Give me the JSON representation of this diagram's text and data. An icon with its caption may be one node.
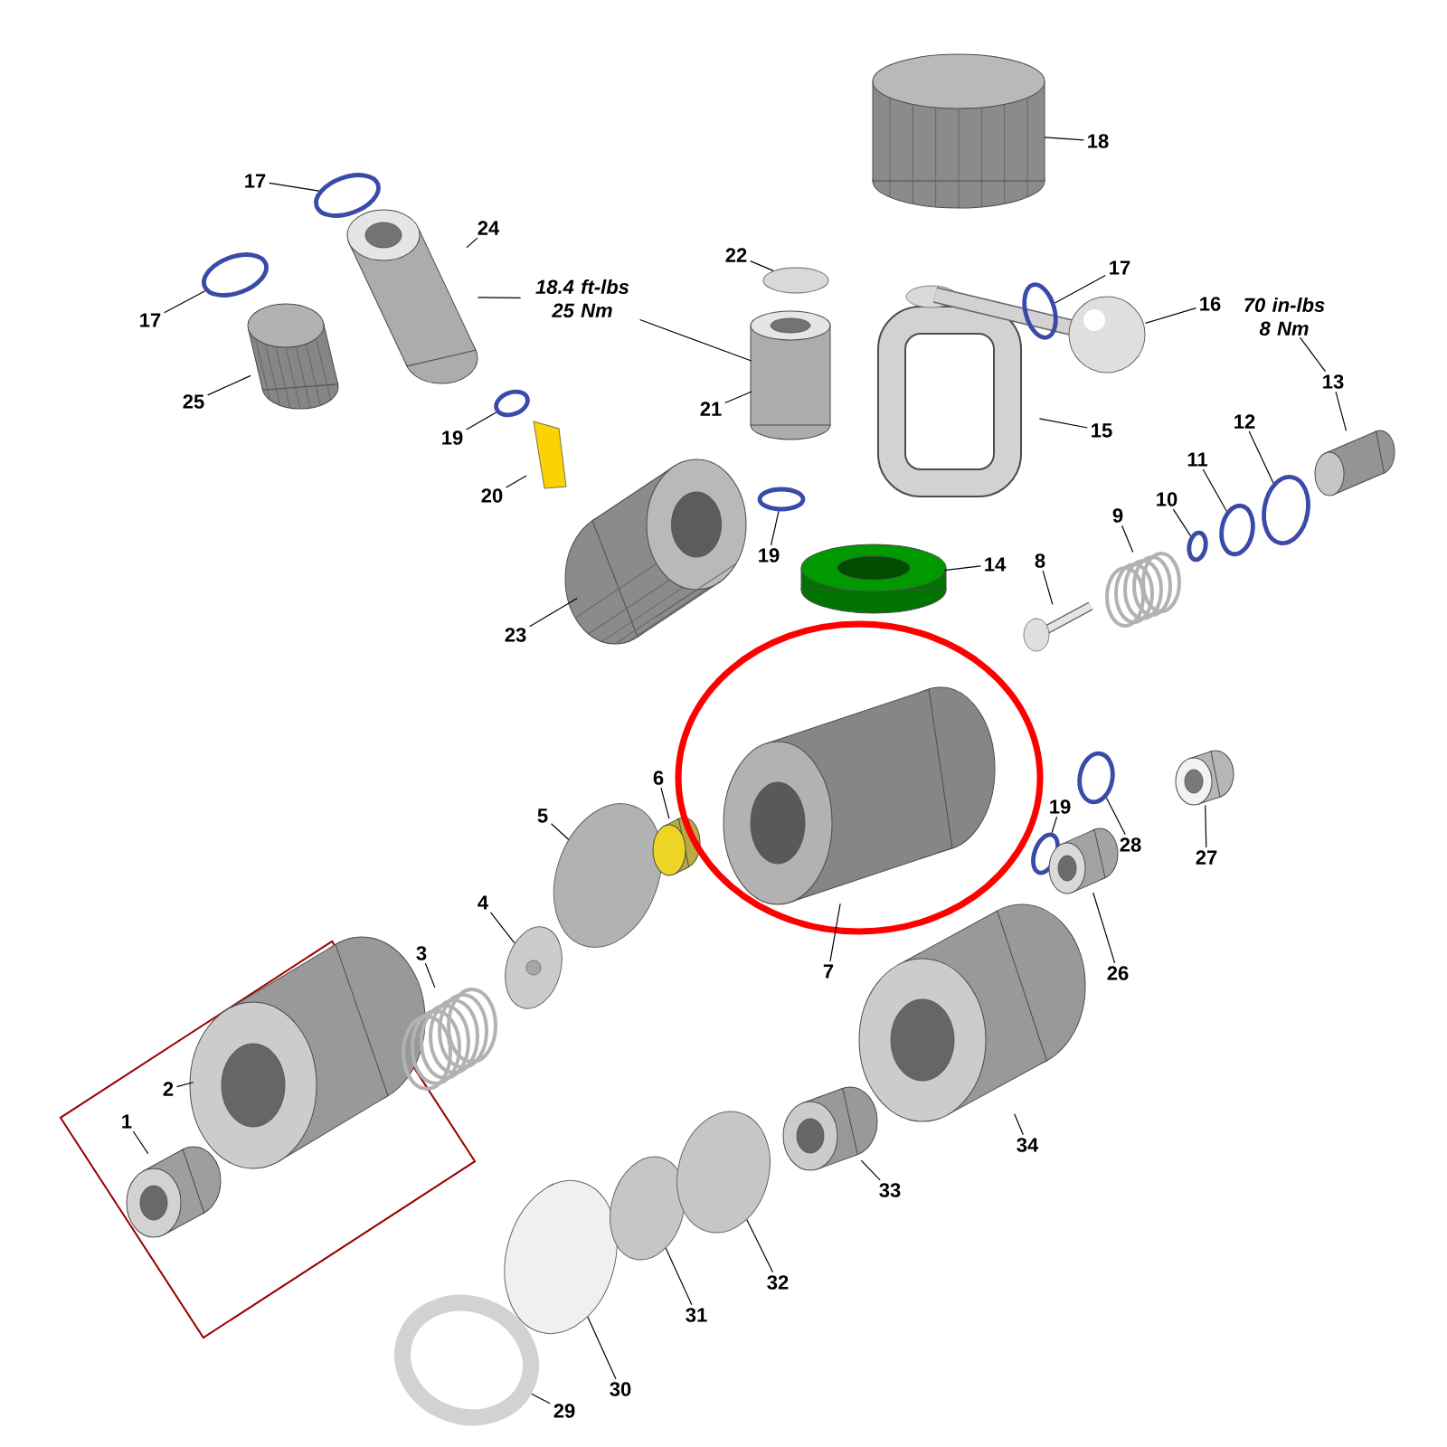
{
  "diagram": {
    "nodes": [
      {
        "text": [],
        "shape": "box"
      },
      {
        "text": [
          "1"
        ],
        "in": 0
      },
      {
        "text": [],
        "shape": "cylinder",
        "in": 0
      },
      {
        "text": [
          "2"
        ],
        "in": 0
      },
      {
        "text": [],
        "shape": "cylinder",
        "in": 0
      },
      {
        "text": [
          "3"
        ]
      },
      {
        "text": [],
        "shape": "spring"
      },
      {
        "text": [
          "4"
        ]
      },
      {
        "text": [],
        "shape": "disc"
      },
      {
        "text": [
          "5"
        ]
      },
      {
        "text": [],
        "shape": "disc"
      },
      {
        "text": [
          "6"
        ]
      },
      {
        "text": [],
        "shape": "cylinder"
      },
      {
        "text": [],
        "shape": "circle"
      },
      {
        "text": [],
        "shape": "cylinder",
        "in": 13
      },
      {
        "text": [
          "7"
        ]
      },
      {
        "text": [
          "8"
        ]
      },
      {
        "text": [],
        "shape": "pin"
      },
      {
        "text": [
          "9"
        ]
      },
      {
        "text": [],
        "shape": "spring"
      },
      {
        "text": [
          "10"
        ]
      },
      {
        "text": [],
        "shape": "ring"
      },
      {
        "text": [
          "11"
        ]
      },
      {
        "text": [],
        "shape": "ring"
      },
      {
        "text": [
          "12"
        ]
      },
      {
        "text": [],
        "shape": "ring"
      },
      {
        "text": [
          "70 in-lbs 8 Nm"
        ]
      },
      {
        "text": [
          "13"
        ]
      },
      {
        "text": [],
        "shape": "cylinder"
      },
      {
        "text": [
          "14"
        ]
      },
      {
        "text": [],
        "shape": "cylinder"
      },
      {
        "text": [
          "15"
        ]
      },
      {
        "text": [],
        "shape": "yoke"
      },
      {
        "text": [
          "16"
        ]
      },
      {
        "text": [],
        "shape": "ball"
      },
      {
        "text": [
          "17"
        ]
      },
      {
        "text": [],
        "shape": "ring"
      },
      {
        "text": [
          "18"
        ]
      },
      {
        "text": [],
        "shape": "knob"
      },
      {
        "text": [
          "17"
        ]
      },
      {
        "text": [],
        "shape": "ring"
      },
      {
        "text": [
          "17"
        ]
      },
      {
        "text": [],
        "shape": "ring"
      },
      {
        "text": [
          "19"
        ]
      },
      {
        "text": [],
        "shape": "ring"
      },
      {
        "text": [
          "19"
        ]
      },
      {
        "text": [],
        "shape": "ring"
      },
      {
        "text": [
          "19"
        ]
      },
      {
        "text": [],
        "shape": "ring"
      },
      {
        "text": [
          "20"
        ]
      },
      {
        "text": [],
        "shape": "cone"
      },
      {
        "text": [
          "21"
        ]
      },
      {
        "text": [],
        "shape": "cylinder"
      },
      {
        "text": [
          "22"
        ]
      },
      {
        "text": [],
        "shape": "disc"
      },
      {
        "text": [
          "23"
        ]
      },
      {
        "text": [],
        "shape": "knob"
      },
      {
        "text": [
          "24"
        ]
      },
      {
        "text": [],
        "shape": "cylinder"
      },
      {
        "text": [
          "18.4 ft-lbs 25 Nm"
        ]
      },
      {
        "text": [
          "25"
        ]
      },
      {
        "text": [],
        "shape": "knob"
      },
      {
        "text": [
          "26"
        ]
      },
      {
        "text": [],
        "shape": "cylinder"
      },
      {
        "text": [
          "27"
        ]
      },
      {
        "text": [],
        "shape": "cylinder"
      },
      {
        "text": [
          "28"
        ]
      },
      {
        "text": [],
        "shape": "ring"
      },
      {
        "text": [
          "29"
        ]
      },
      {
        "text": [],
        "shape": "ring"
      },
      {
        "text": [
          "30"
        ]
      },
      {
        "text": [],
        "shape": "disc"
      },
      {
        "text": [
          "31"
        ]
      },
      {
        "text": [],
        "shape": "disc"
      },
      {
        "text": [
          "32"
        ]
      },
      {
        "text": [],
        "shape": "disc"
      },
      {
        "text": [
          "33"
        ]
      },
      {
        "text": [],
        "shape": "cylinder"
      },
      {
        "text": [
          "34"
        ]
      },
      {
        "text": [],
        "shape": "cylinder"
      }
    ],
    "edges": [
      {
        "from": 1,
        "to": 2,
        "arrow": "none"
      },
      {
        "from": 3,
        "to": 4,
        "arrow": "none"
      },
      {
        "from": 5,
        "to": 6,
        "arrow": "none"
      },
      {
        "from": 7,
        "to": 8,
        "arrow": "none"
      },
      {
        "from": 9,
        "to": 10,
        "arrow": "none"
      },
      {
        "from": 11,
        "to": 12,
        "arrow": "none"
      },
      {
        "from": 15,
        "to": 14,
        "arrow": "none"
      },
      {
        "from": 16,
        "to": 17,
        "arrow": "none"
      },
      {
        "from": 18,
        "to": 19,
        "arrow": "none"
      },
      {
        "from": 20,
        "to": 21,
        "arrow": "none"
      },
      {
        "from": 22,
        "to": 23,
        "arrow": "none"
      },
      {
        "from": 24,
        "to": 25,
        "arrow": "none"
      },
      {
        "from": 26,
        "to": 27,
        "arrow": "none"
      },
      {
        "from": 27,
        "to": 28,
        "arrow": "none"
      },
      {
        "from": 29,
        "to": 30,
        "arrow": "none"
      },
      {
        "from": 31,
        "to": 32,
        "arrow": "none"
      },
      {
        "from": 33,
        "to": 34,
        "arrow": "none"
      },
      {
        "from": 35,
        "to": 36,
        "arrow": "none"
      },
      {
        "from": 37,
        "to": 38,
        "arrow": "none"
      },
      {
        "from": 39,
        "to": 40,
        "arrow": "none"
      },
      {
        "from": 41,
        "to": 42,
        "arrow": "none"
      },
      {
        "from": 43,
        "to": 44,
        "arrow": "none"
      },
      {
        "from": 45,
        "to": 46,
        "arrow": "none"
      },
      {
        "from": 47,
        "to": 48,
        "arrow": "none"
      },
      {
        "from": 49,
        "to": 50,
        "arrow": "none"
      },
      {
        "from": 51,
        "to": 52,
        "arrow": "none"
      },
      {
        "from": 53,
        "to": 54,
        "arrow": "none"
      },
      {
        "from": 55,
        "to": 56,
        "arrow": "none"
      },
      {
        "from": 57,
        "to": 58,
        "arrow": "none"
      },
      {
        "from": 59,
        "to": 58,
        "arrow": "none"
      },
      {
        "from": 59,
        "to": 52,
        "arrow": "none"
      },
      {
        "from": 60,
        "to": 61,
        "arrow": "none"
      },
      {
        "from": 62,
        "to": 63,
        "arrow": "none"
      },
      {
        "from": 64,
        "to": 65,
        "arrow": "none"
      },
      {
        "from": 66,
        "to": 67,
        "arrow": "none"
      },
      {
        "from": 68,
        "to": 69,
        "arrow": "none"
      },
      {
        "from": 70,
        "to": 71,
        "arrow": "none"
      },
      {
        "from": 72,
        "to": 73,
        "arrow": "none"
      },
      {
        "from": 74,
        "to": 75,
        "arrow": "none"
      },
      {
        "from": 76,
        "to": 77,
        "arrow": "none"
      },
      {
        "from": 78,
        "to": 79,
        "arrow": "none"
      }
    ]
  }
}
